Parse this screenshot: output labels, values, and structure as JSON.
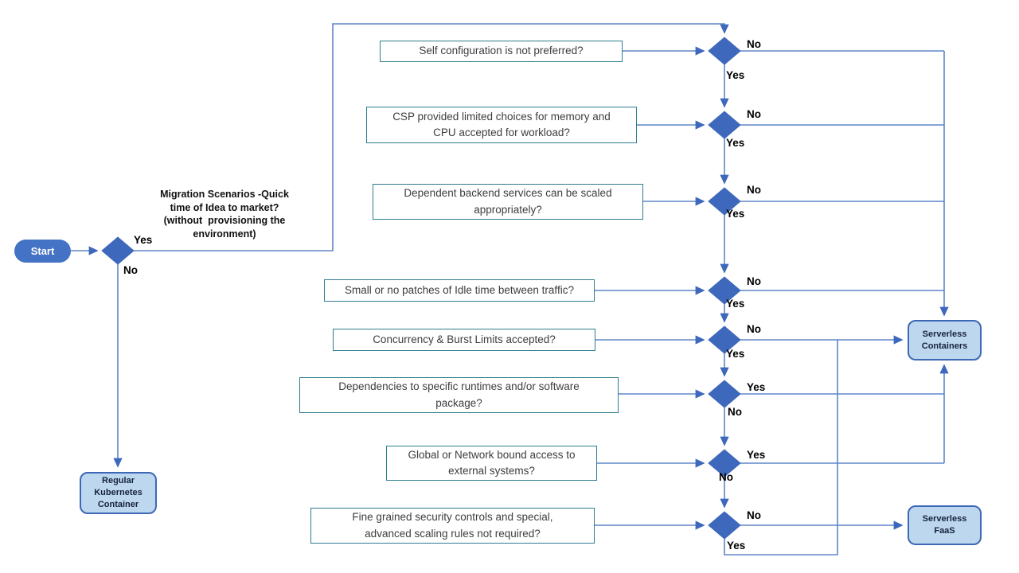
{
  "flowchart": {
    "colors": {
      "connector": "#5f85c7",
      "arrow": "#3d68bb",
      "decision_fill": "#3d68bb",
      "start_fill": "#4472c4",
      "terminal_fill": "#bdd7ee",
      "terminal_border": "#3e68b5",
      "question_border": "#2d7d8f"
    },
    "start": {
      "label": "Start",
      "yes_label": "Yes",
      "no_label": "No",
      "question": "Migration Scenarios -Quick\ntime of Idea to market?\n(without  provisioning the\nenvironment)"
    },
    "questions": [
      {
        "text": "Self configuration is not preferred?",
        "right_label": "No",
        "down_label": "Yes"
      },
      {
        "text": "CSP provided limited choices for memory and\nCPU accepted for workload?",
        "right_label": "No",
        "down_label": "Yes"
      },
      {
        "text": "Dependent backend services can be scaled\nappropriately?",
        "right_label": "No",
        "down_label": "Yes"
      },
      {
        "text": "Small or no patches of Idle time between traffic?",
        "right_label": "No",
        "down_label": "Yes"
      },
      {
        "text": "Concurrency & Burst Limits accepted?",
        "right_label": "No",
        "down_label": "Yes"
      },
      {
        "text": "Dependencies to specific runtimes and/or software\npackage?",
        "right_label": "Yes",
        "down_label": "No"
      },
      {
        "text": "Global or Network bound access to\nexternal systems?",
        "right_label": "Yes",
        "down_label": "No"
      },
      {
        "text": "Fine grained security controls and special,\nadvanced scaling rules not required?",
        "right_label": "No",
        "down_label": "Yes"
      }
    ],
    "terminals": {
      "regular_kubernetes": {
        "label": "Regular\nKubernetes\nContainer"
      },
      "serverless_containers": {
        "label": "Serverless\nContainers"
      },
      "serverless_faas": {
        "label": "Serverless\nFaaS"
      }
    }
  }
}
